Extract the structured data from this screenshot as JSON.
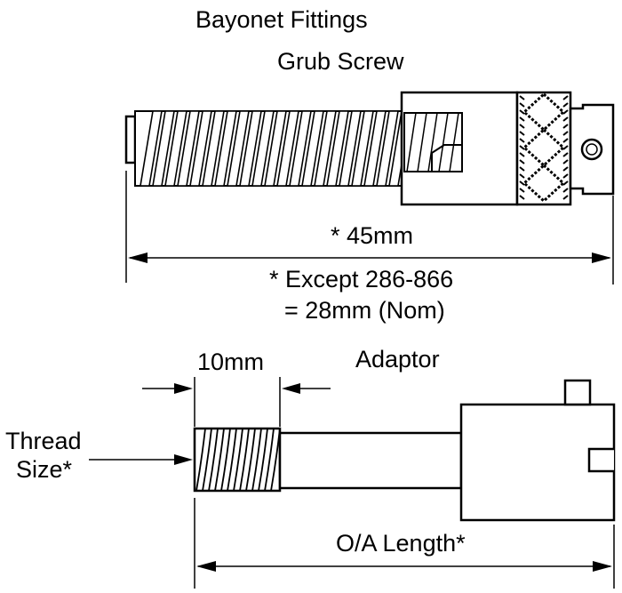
{
  "labels": {
    "title": "Bayonet Fittings",
    "grub_screw": "Grub Screw",
    "dim_45": "* 45mm",
    "except_line1": "* Except 286-866",
    "except_line2": "= 28mm (Nom)",
    "dim_10": "10mm",
    "adaptor": "Adaptor",
    "thread_line1": "Thread",
    "thread_line2": "Size*",
    "oa_length": "O/A Length*"
  },
  "colors": {
    "ink": "#000000",
    "background": "#ffffff"
  }
}
